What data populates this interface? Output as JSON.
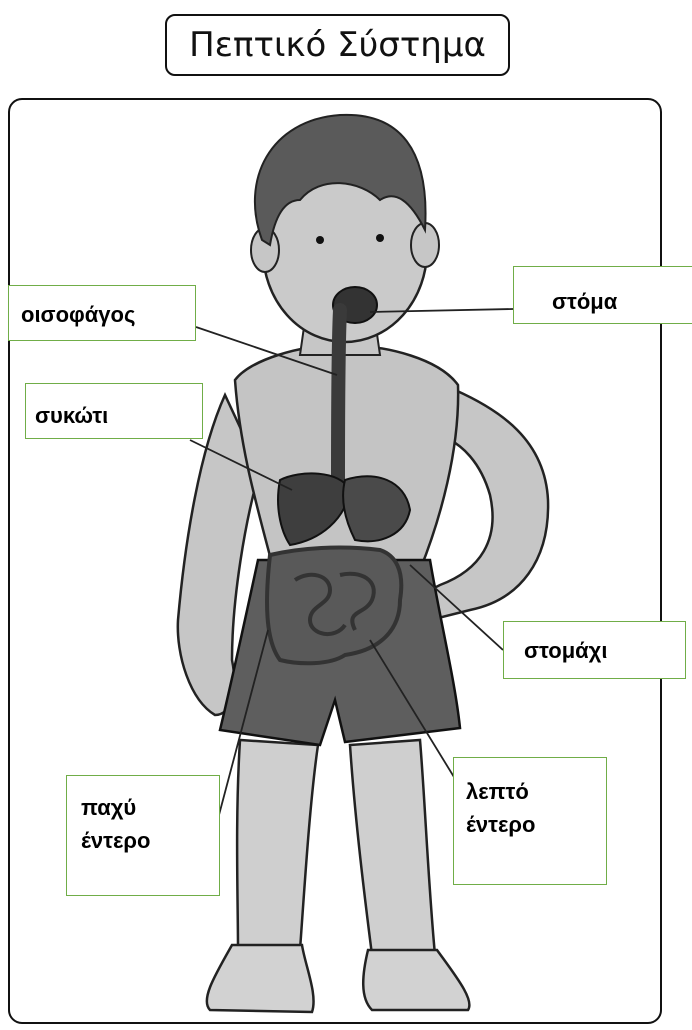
{
  "title": "Πεπτικό Σύστημα",
  "labels": {
    "mouth": "στόμα",
    "esophagus": "οισοφάγος",
    "liver": "συκώτι",
    "stomach": "στομάχι",
    "large_intestine": {
      "line1": "παχύ",
      "line2": "έντερο"
    },
    "small_intestine": {
      "line1": "λεπτό",
      "line2": "έντερο"
    }
  },
  "colors": {
    "skin": "#c8c8c8",
    "hair": "#5a5a5a",
    "shorts": "#5e5e5e",
    "organs": "#3e3e3e",
    "label_border": "#70ad47"
  }
}
